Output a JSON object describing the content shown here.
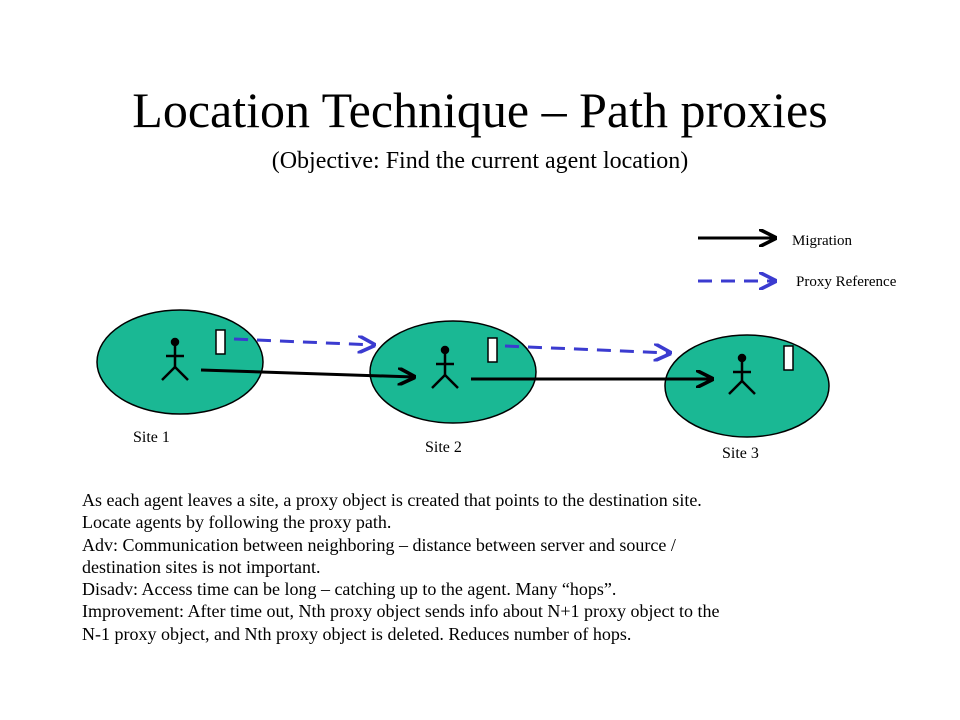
{
  "title": "Location Technique – Path proxies",
  "subtitle": "(Objective: Find the current agent location)",
  "legend": {
    "migration": "Migration",
    "proxy_reference": "Proxy Reference"
  },
  "colors": {
    "site_fill": "#1ab894",
    "migration_arrow": "#000000",
    "proxy_arrow": "#3b3bd0"
  },
  "sites": [
    {
      "label": "Site 1"
    },
    {
      "label": "Site 2"
    },
    {
      "label": "Site 3"
    }
  ],
  "body_lines": [
    "As each agent leaves a site, a proxy object is created that points to the destination site.",
    "Locate agents by following the proxy path.",
    "Adv:  Communication between neighboring – distance between server and source /",
    "destination sites is not important.",
    "Disadv: Access time can be long – catching up to the agent.  Many “hops”.",
    "Improvement:  After time out, Nth proxy object sends info about N+1 proxy object to the",
    "N-1 proxy object, and Nth proxy object is deleted.  Reduces number of hops."
  ]
}
